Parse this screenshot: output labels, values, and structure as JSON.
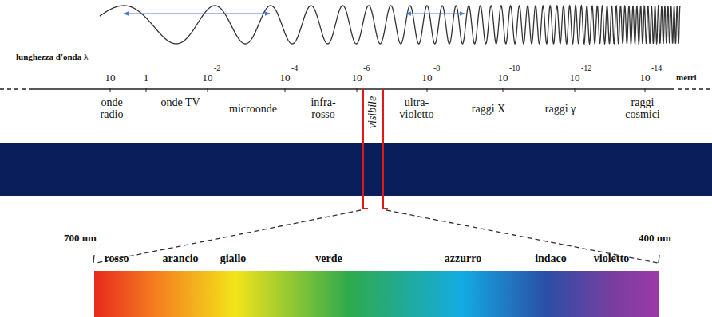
{
  "diagram": {
    "labels": [
      "lunghezza d'onda λ",
      "10",
      "1",
      "10",
      "-2",
      "10",
      "-4",
      "10",
      "-6",
      "10",
      "-8",
      "10",
      "-10",
      "10",
      "-12",
      "10",
      "-14",
      "metri",
      "onde radio",
      "onde TV",
      "microonde",
      "infra- rosso",
      "visibile",
      "ultra- violetto",
      "raggi X",
      "raggi γ",
      "raggi cosmici",
      "700 nm",
      "400 nm",
      "rosso",
      "arancio",
      "giallo",
      "verde",
      "azzurro",
      "indaco",
      "violetto"
    ]
  }
}
